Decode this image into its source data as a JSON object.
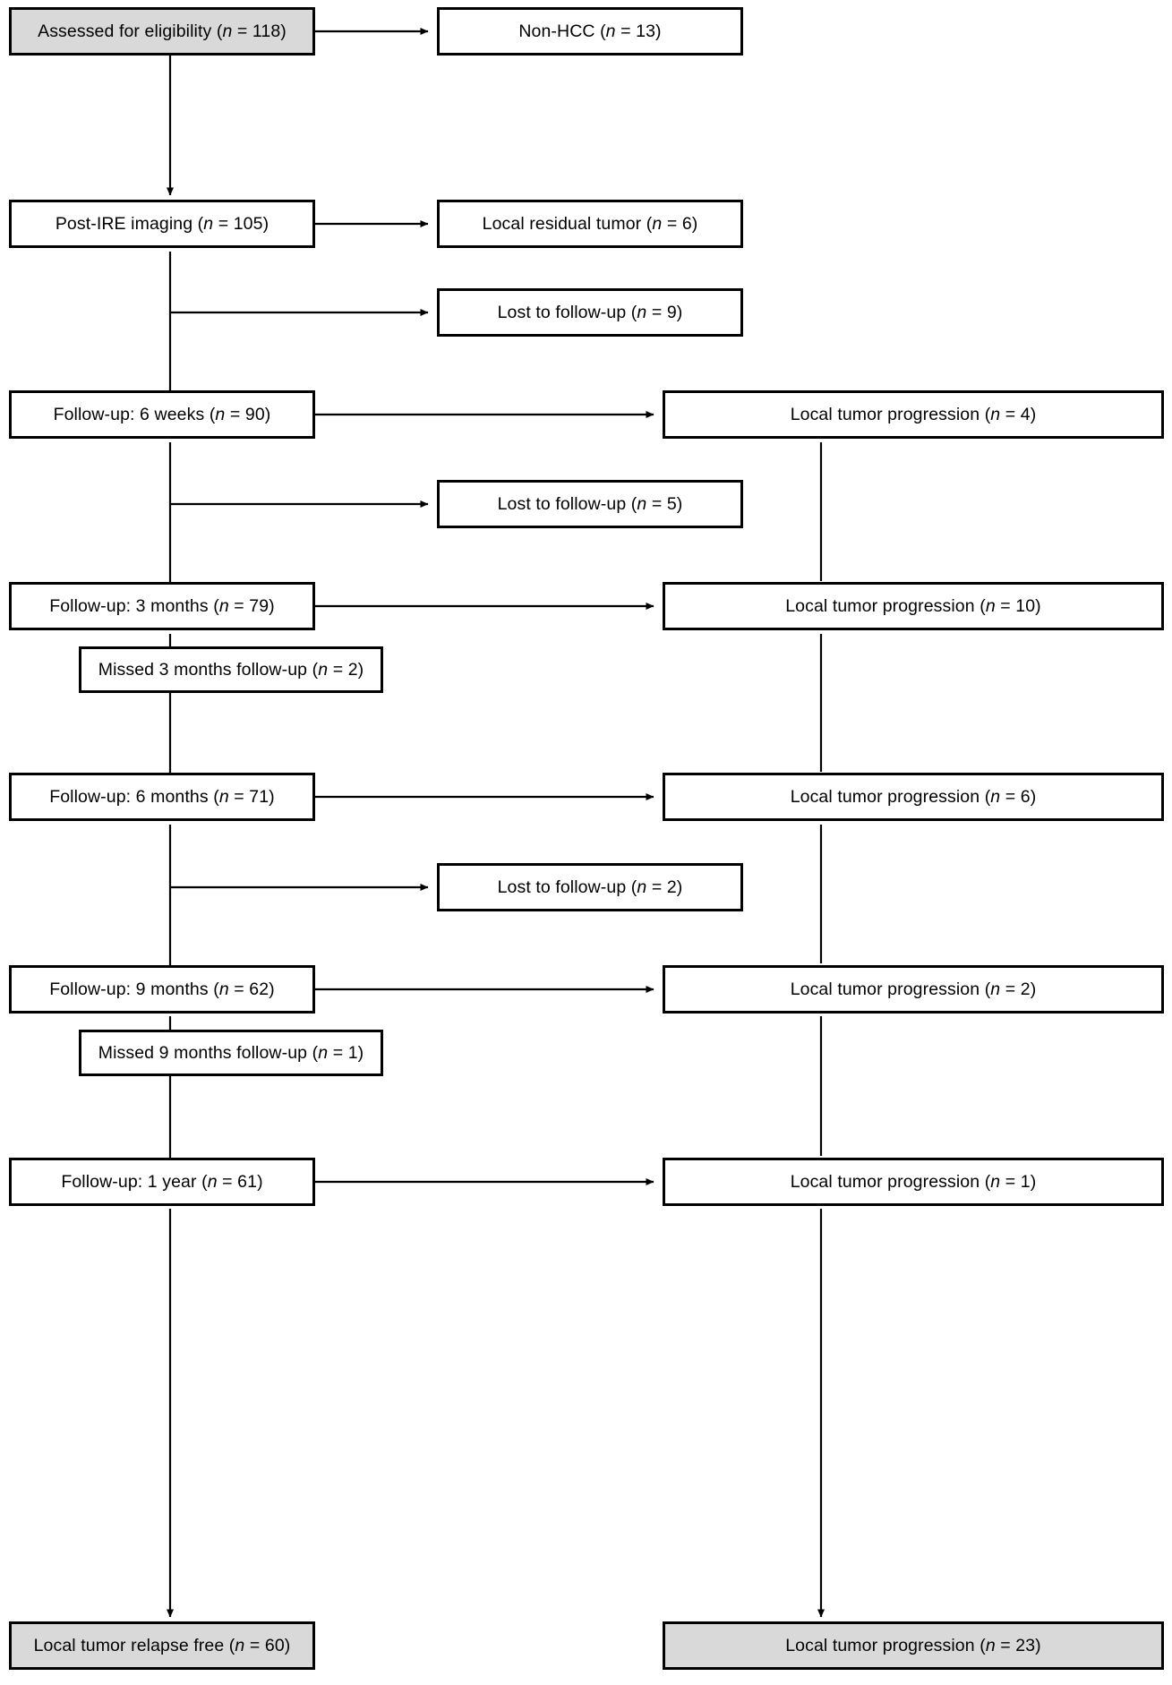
{
  "diagram": {
    "title": "Patient flow diagram: post-IRE follow-up of HCC",
    "type": "flowchart",
    "n_label": "n",
    "colors": {
      "shaded_fill": "#d9d9d9",
      "box_fill": "#ffffff",
      "stroke": "#000000"
    },
    "nodes": [
      {
        "id": "assessed",
        "label": "Assessed for eligibility (n = 118)",
        "prefix": "Assessed for eligibility (",
        "suffix": " = 118)",
        "count": 118,
        "shaded": true,
        "column": "left"
      },
      {
        "id": "non-hcc",
        "label": "Non-HCC (n = 13)",
        "prefix": "Non-HCC (",
        "suffix": " = 13)",
        "count": 13,
        "shaded": false,
        "column": "right"
      },
      {
        "id": "post-ire-imaging",
        "label": "Post-IRE imaging (n = 105)",
        "prefix": "Post-IRE imaging (",
        "suffix": " = 105)",
        "count": 105,
        "shaded": false,
        "column": "left"
      },
      {
        "id": "local-residual-tumor",
        "label": "Local residual tumor (n = 6)",
        "prefix": "Local residual tumor (",
        "suffix": " = 6)",
        "count": 6,
        "shaded": false,
        "column": "right"
      },
      {
        "id": "lost-1",
        "label": "Lost to follow-up (n = 9)",
        "prefix": "Lost to follow-up (",
        "suffix": " = 9)",
        "count": 9,
        "shaded": false,
        "column": "middle"
      },
      {
        "id": "followup-6-weeks",
        "label": "Follow-up: 6 weeks (n = 90)",
        "prefix": "Follow-up: 6 weeks (",
        "suffix": " = 90)",
        "count": 90,
        "shaded": false,
        "column": "left"
      },
      {
        "id": "ltp-6-weeks",
        "label": "Local tumor progression (n = 4)",
        "prefix": "Local tumor progression (",
        "suffix": " = 4)",
        "count": 4,
        "shaded": false,
        "column": "right"
      },
      {
        "id": "lost-2",
        "label": "Lost to follow-up (n = 5)",
        "prefix": "Lost to follow-up (",
        "suffix": " = 5)",
        "count": 5,
        "shaded": false,
        "column": "middle"
      },
      {
        "id": "followup-3-months",
        "label": "Follow-up: 3 months (n = 79)",
        "prefix": "Follow-up: 3 months (",
        "suffix": " = 79)",
        "count": 79,
        "shaded": false,
        "column": "left"
      },
      {
        "id": "ltp-3-months",
        "label": "Local tumor progression (n = 10)",
        "prefix": "Local tumor progression (",
        "suffix": " = 10)",
        "count": 10,
        "shaded": false,
        "column": "right"
      },
      {
        "id": "missed-3-months",
        "label": "Missed 3 months follow-up (n = 2)",
        "prefix": "Missed 3 months follow-up (",
        "suffix": " = 2)",
        "count": 2,
        "shaded": false,
        "column": "left-offset"
      },
      {
        "id": "followup-6-months",
        "label": "Follow-up: 6 months (n = 71)",
        "prefix": "Follow-up: 6 months (",
        "suffix": " = 71)",
        "count": 71,
        "shaded": false,
        "column": "left"
      },
      {
        "id": "ltp-6-months",
        "label": "Local tumor progression (n = 6)",
        "prefix": "Local tumor progression (",
        "suffix": " = 6)",
        "count": 6,
        "shaded": false,
        "column": "right"
      },
      {
        "id": "lost-3",
        "label": "Lost to follow-up (n = 2)",
        "prefix": "Lost to follow-up (",
        "suffix": " = 2)",
        "count": 2,
        "shaded": false,
        "column": "middle"
      },
      {
        "id": "followup-9-months",
        "label": "Follow-up: 9 months (n = 62)",
        "prefix": "Follow-up: 9 months (",
        "suffix": " = 62)",
        "count": 62,
        "shaded": false,
        "column": "left"
      },
      {
        "id": "ltp-9-months",
        "label": "Local tumor progression (n = 2)",
        "prefix": "Local tumor progression (",
        "suffix": " = 2)",
        "count": 2,
        "shaded": false,
        "column": "right"
      },
      {
        "id": "missed-9-months",
        "label": "Missed 9 months follow-up (n = 1)",
        "prefix": "Missed 9 months follow-up (",
        "suffix": " = 1)",
        "count": 1,
        "shaded": false,
        "column": "left-offset"
      },
      {
        "id": "followup-1-year",
        "label": "Follow-up: 1 year (n = 61)",
        "prefix": "Follow-up: 1 year (",
        "suffix": " = 61)",
        "count": 61,
        "shaded": false,
        "column": "left"
      },
      {
        "id": "ltp-1-year",
        "label": "Local tumor progression (n = 1)",
        "prefix": "Local tumor progression (",
        "suffix": " = 1)",
        "count": 1,
        "shaded": false,
        "column": "right"
      },
      {
        "id": "relapse-free",
        "label": "Local tumor relapse free (n = 60)",
        "prefix": "Local tumor relapse free (",
        "suffix": " = 60)",
        "count": 60,
        "shaded": true,
        "column": "left"
      },
      {
        "id": "ltp-total",
        "label": "Local tumor progression (n = 23)",
        "prefix": "Local tumor progression (",
        "suffix": " = 23)",
        "count": 23,
        "shaded": true,
        "column": "right"
      }
    ]
  }
}
